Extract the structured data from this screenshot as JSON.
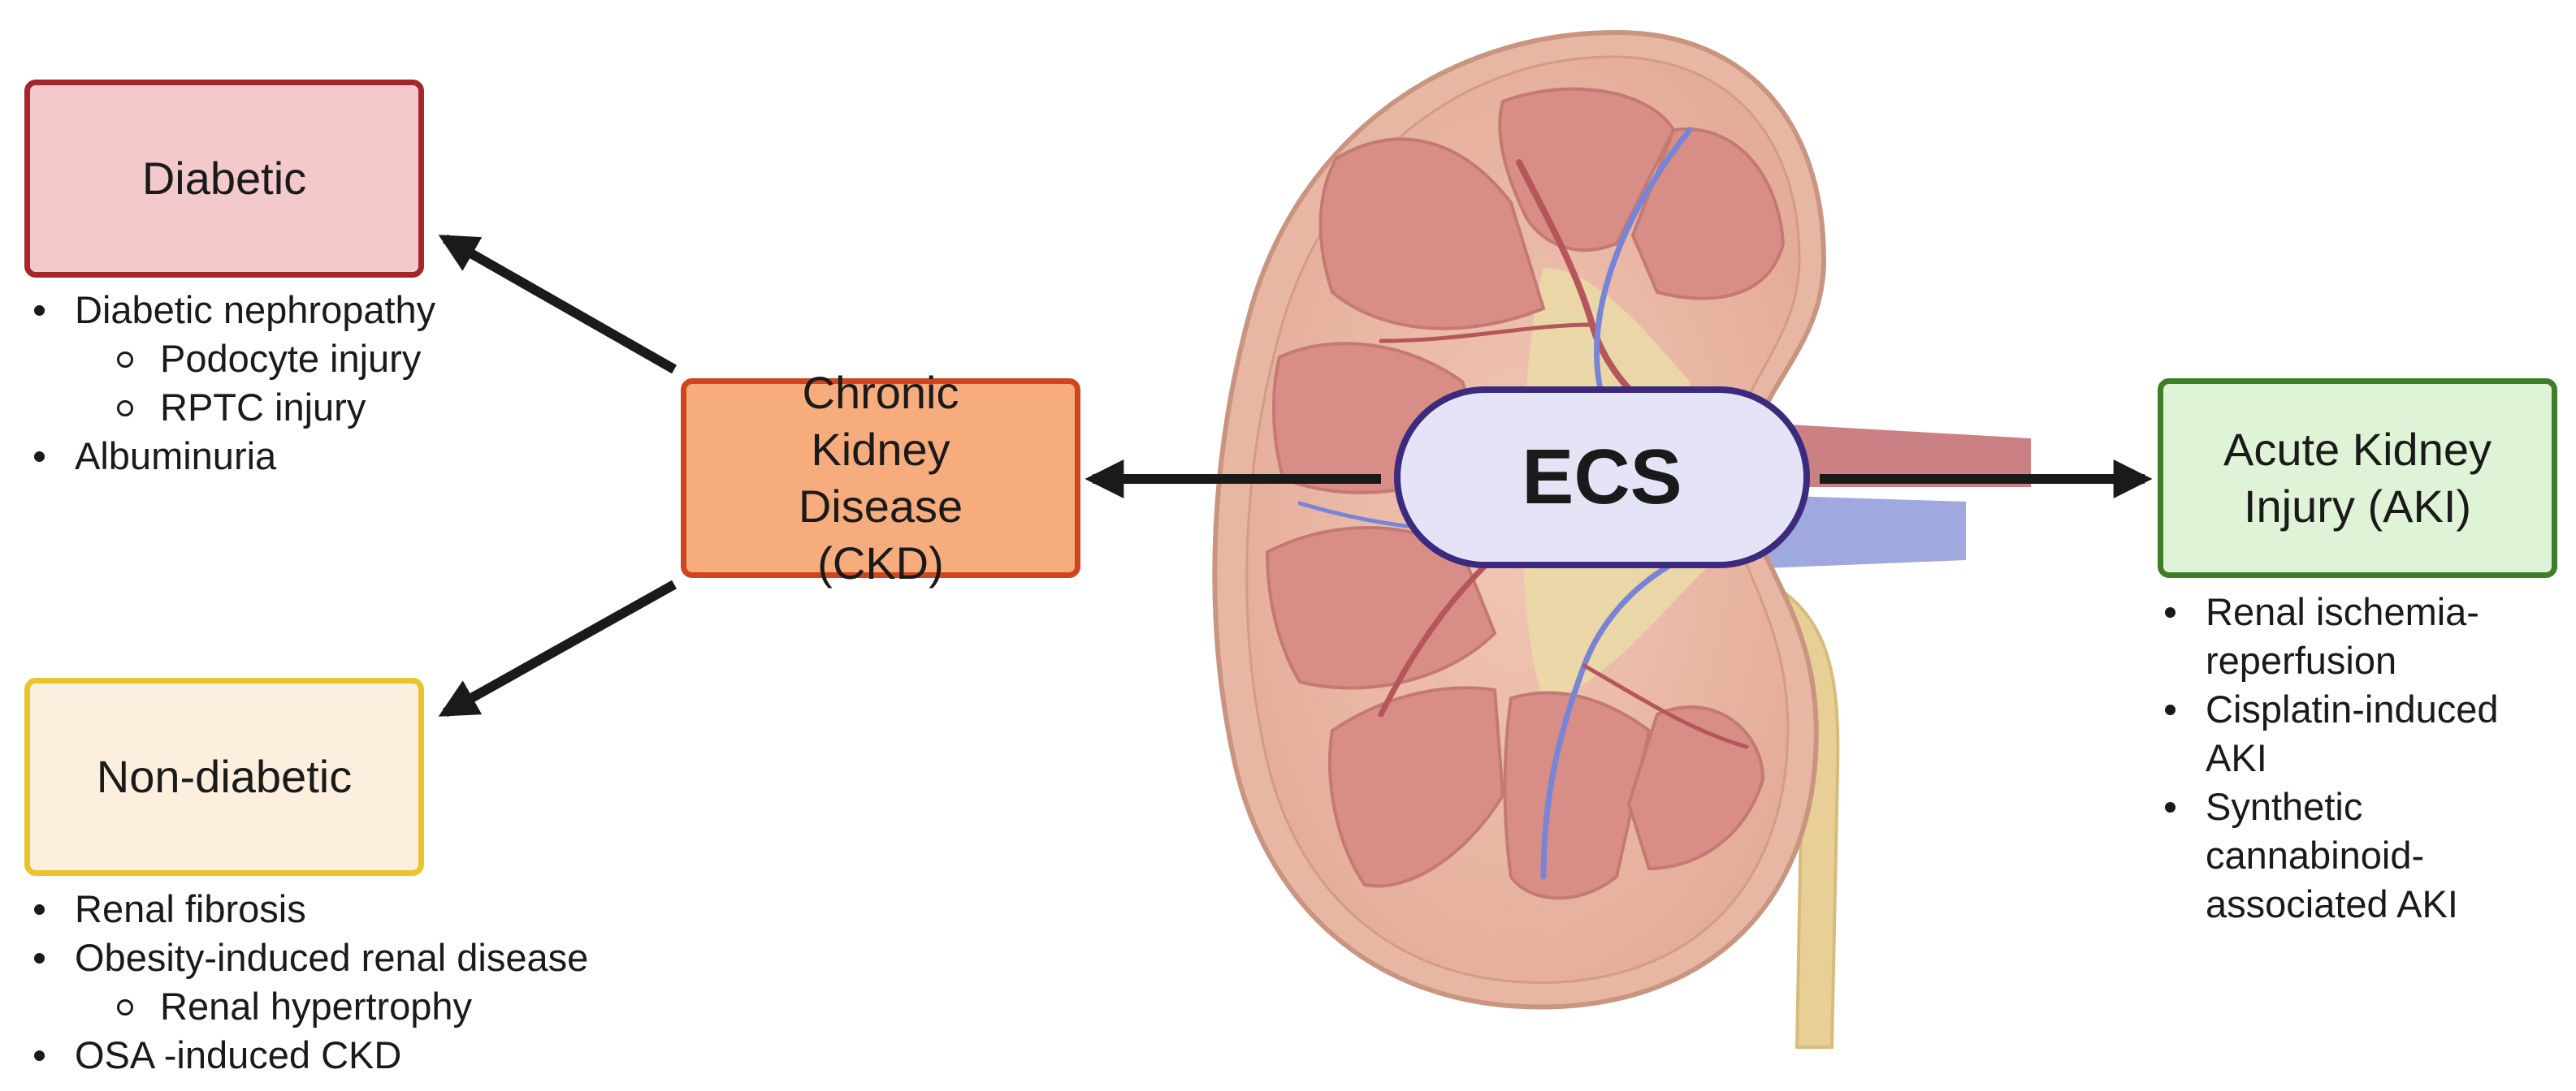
{
  "ecs": {
    "label": "ECS"
  },
  "ckd": {
    "label": "Chronic Kidney Disease (CKD)"
  },
  "diabetic": {
    "label": "Diabetic",
    "items": [
      {
        "text": "Diabetic nephropathy"
      },
      {
        "text": "Podocyte injury"
      },
      {
        "text": "RPTC injury"
      },
      {
        "text": "Albuminuria"
      }
    ]
  },
  "nondiabetic": {
    "label": "Non-diabetic",
    "items": [
      {
        "text": "Renal fibrosis"
      },
      {
        "text": "Obesity-induced renal disease"
      },
      {
        "text": "Renal hypertrophy"
      },
      {
        "text": "OSA -induced CKD"
      }
    ]
  },
  "aki": {
    "label": "Acute Kidney Injury (AKI)",
    "items": [
      {
        "text": "Renal ischemia-reperfusion"
      },
      {
        "text": "Cisplatin-induced AKI"
      },
      {
        "text": "Synthetic cannabinoid-associated AKI"
      }
    ]
  },
  "colors": {
    "diabetic_fill": "#f4c9cb",
    "diabetic_border": "#a4252b",
    "nondiabetic_fill": "#fcefdd",
    "nondiabetic_border": "#e8c52a",
    "ckd_fill": "#f6ac7d",
    "ckd_border": "#d0451f",
    "aki_fill": "#dff3d6",
    "aki_border": "#3e7d2a",
    "ecs_fill": "#e5e4f6",
    "ecs_border": "#3c2a7f"
  }
}
